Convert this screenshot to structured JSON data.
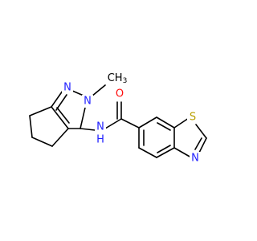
{
  "molecule": {
    "atoms": {
      "pyrazole_n1": {
        "label": "N",
        "color": "#2020ff"
      },
      "pyrazole_n2": {
        "label": "N",
        "color": "#2020ff"
      },
      "methyl": {
        "label": "CH3",
        "color": "#000000"
      },
      "amide_n": {
        "label": "N",
        "color": "#2020ff"
      },
      "amide_h": {
        "label": "H",
        "color": "#2020ff"
      },
      "carbonyl_o": {
        "label": "O",
        "color": "#ff0d0d"
      },
      "thiazole_s": {
        "label": "S",
        "color": "#b8a000"
      },
      "thiazole_n": {
        "label": "N",
        "color": "#2020ff"
      }
    },
    "colors": {
      "bond": "#000000",
      "background": "#ffffff"
    }
  }
}
